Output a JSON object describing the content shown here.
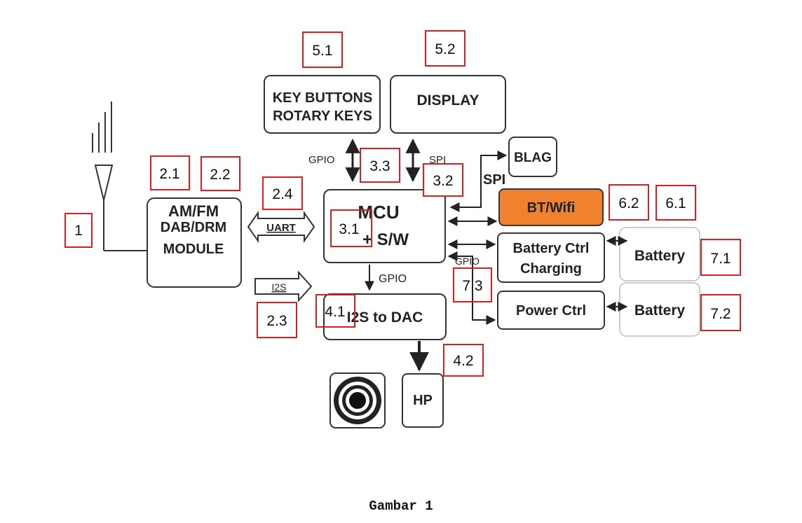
{
  "blocks": {
    "key_buttons": [
      "KEY BUTTONS",
      "ROTARY KEYS"
    ],
    "display": "DISPLAY",
    "blag": "BLAG",
    "am_fm": "AM/FM",
    "dab_drm": "DAB/DRM",
    "module": "MODULE",
    "mcu_line1": "MCU",
    "mcu_line2": "+ S/W",
    "bt_wifi": "BT/Wifi",
    "battery_ctrl": [
      "Battery Ctrl",
      "Charging"
    ],
    "power_ctrl": "Power Ctrl",
    "battery_1": "Battery",
    "battery_2": "Battery",
    "i2s_dac": "I2S to DAC",
    "hp": "HP"
  },
  "signals": {
    "gpio_left": "GPIO",
    "spi_top": "SPI",
    "spi_right": "SPI",
    "uart": "UART",
    "i2s": "I2S",
    "gpio_down": "GPIO",
    "gpio_right": "GPIO"
  },
  "tags": {
    "t1": "1",
    "t2_1": "2.1",
    "t2_2": "2.2",
    "t2_3": "2.3",
    "t2_4": "2.4",
    "t3_1": "3.1",
    "t3_2": "3.2",
    "t3_3": "3.3",
    "t4_1": "4.1",
    "t4_2": "4.2",
    "t5_1": "5.1",
    "t5_2": "5.2",
    "t6_1": "6.1",
    "t6_2": "6.2",
    "t7_1": "7.1",
    "t7_2": "7.2",
    "t7_3": "7 3"
  },
  "caption": "Gambar 1",
  "colors": {
    "tag_border": "#d42020",
    "bt_fill": "#f0812e",
    "line": "#222222"
  }
}
